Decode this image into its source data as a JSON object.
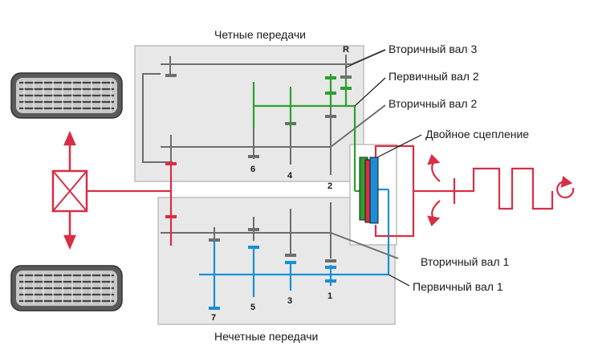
{
  "labels": {
    "even_gears": "Четные передачи",
    "odd_gears": "Нечетные передачи",
    "output_shaft_3": "Вторичный вал 3",
    "input_shaft_2": "Первичный вал 2",
    "output_shaft_2": "Вторичный вал 2",
    "dual_clutch": "Двойное сцепление",
    "output_shaft_1": "Вторичный вал 1",
    "input_shaft_1": "Первичный вал 1"
  },
  "gears": {
    "r": "R",
    "g1": "1",
    "g2": "2",
    "g3": "3",
    "g4": "4",
    "g5": "5",
    "g6": "6",
    "g7": "7"
  },
  "colors": {
    "even_shaft": "#2ca02c",
    "odd_shaft": "#1a8fd6",
    "drive": "#d62f45",
    "gray_shaft": "#6d6d6d",
    "housing": "#e8e8e8"
  }
}
